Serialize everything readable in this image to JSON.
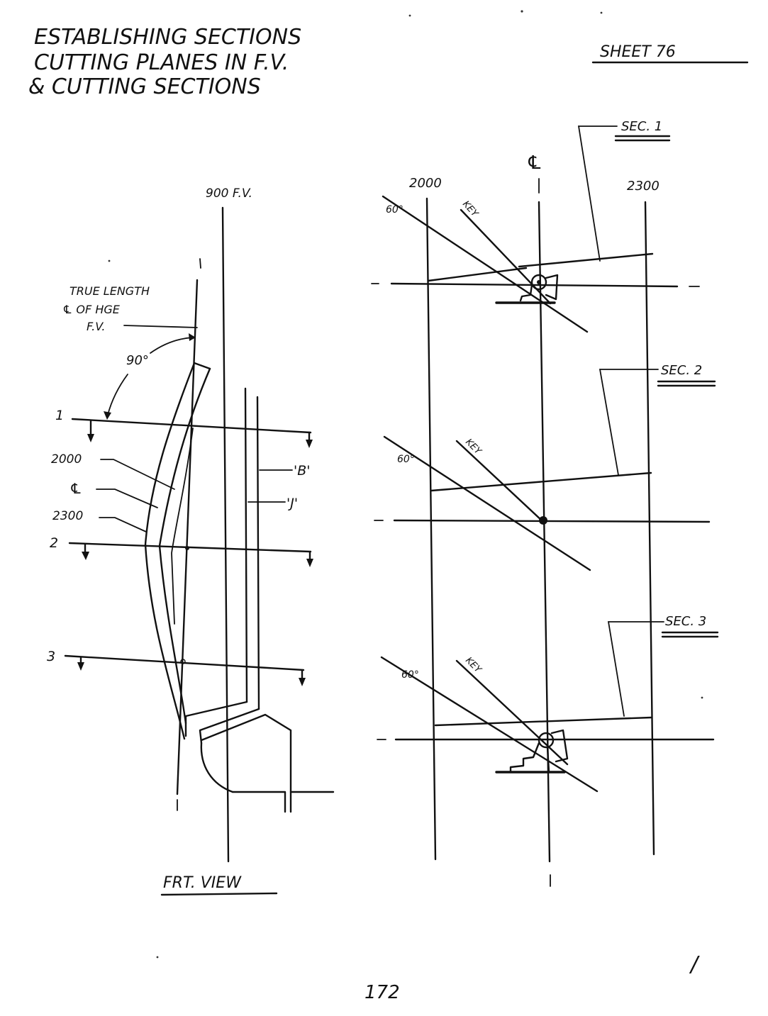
{
  "title_lines": [
    "ESTABLISHING SECTIONS",
    "CUTTING PLANES IN F.V.",
    "& CUTTING SECTIONS"
  ],
  "sheet_label": "SHEET 76",
  "front_view": {
    "reference_line_label": "900 F.V.",
    "true_length_lines": [
      "TRUE LENGTH",
      "℄ OF HGE",
      "F.V."
    ],
    "angle_label": "90°",
    "cutting_plane_labels": [
      "1",
      "2",
      "3"
    ],
    "curve_labels": [
      "2000",
      "℄",
      "2300"
    ],
    "member_labels": [
      "'B'",
      "'J'"
    ],
    "view_title": "FRT. VIEW"
  },
  "sections_view": {
    "left_line_label": "2000",
    "center_symbol": "℄",
    "right_line_label": "2300",
    "sections": [
      {
        "label": "SEC. 1",
        "angle_label": "60°",
        "key_label": "KEY"
      },
      {
        "label": "SEC. 2",
        "angle_label": "60°",
        "key_label": "KEY"
      },
      {
        "label": "SEC. 3",
        "angle_label": "60°",
        "key_label": "KEY"
      }
    ]
  },
  "page_marks": {
    "page_number": "172",
    "corner_mark": "/"
  }
}
